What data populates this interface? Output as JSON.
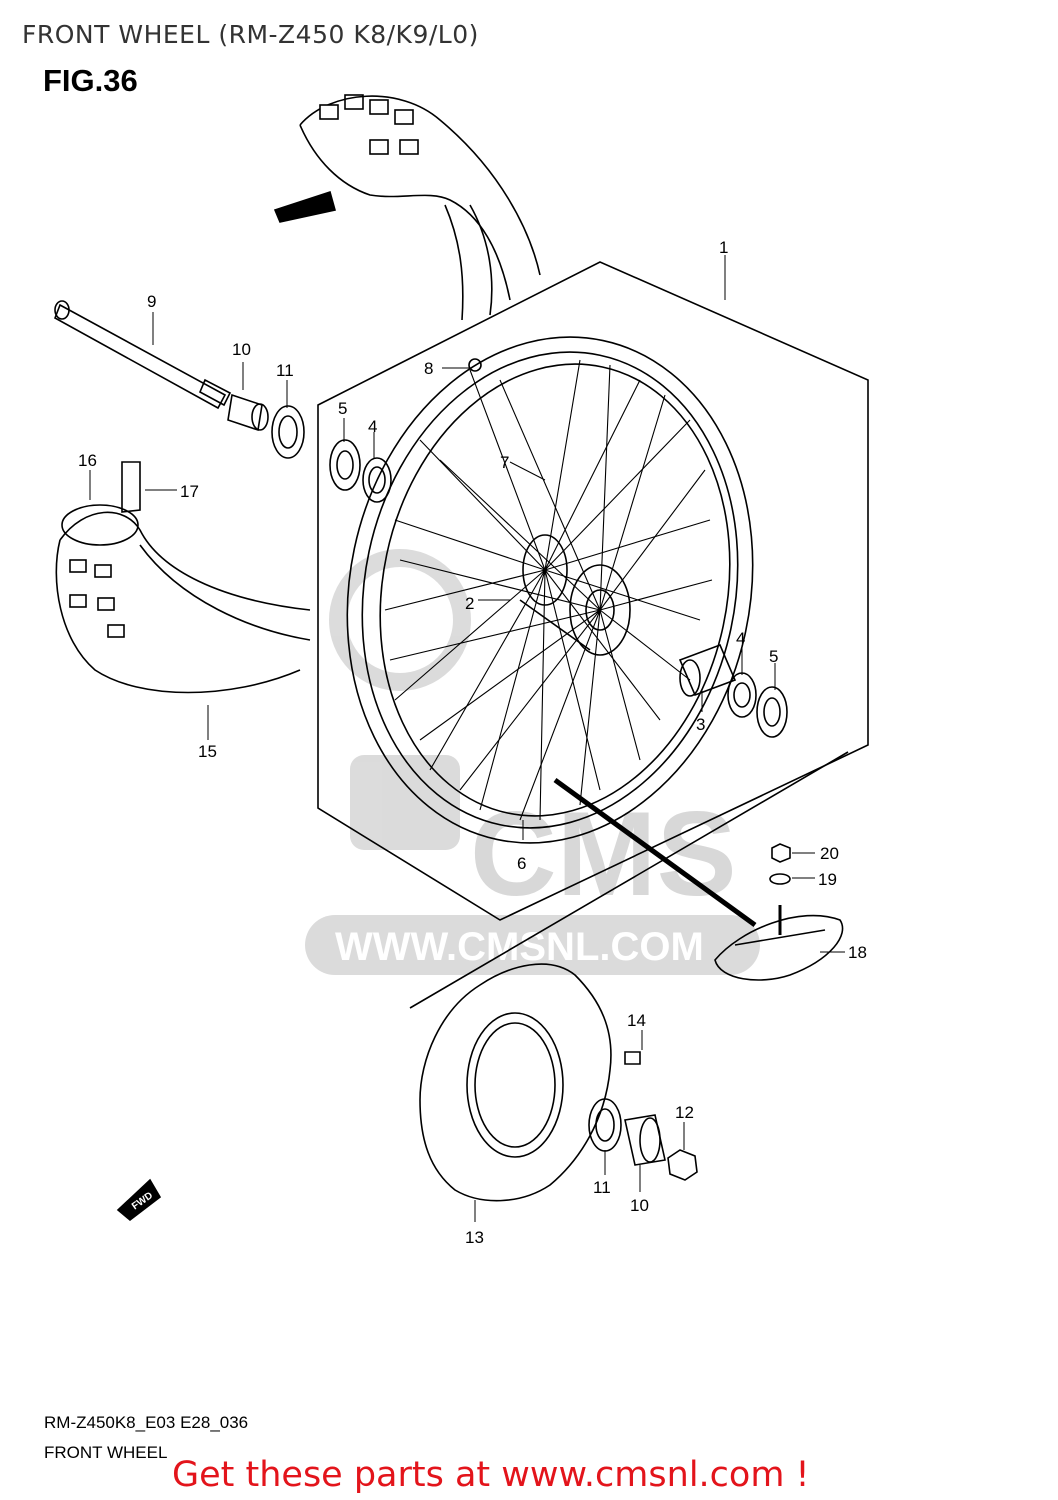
{
  "header": {
    "title": "FRONT WHEEL (RM-Z450 K8/K9/L0)",
    "figure": "FIG.36"
  },
  "diagram": {
    "callouts": [
      {
        "id": "c1",
        "label": "1"
      },
      {
        "id": "c2",
        "label": "2"
      },
      {
        "id": "c3",
        "label": "3"
      },
      {
        "id": "c4a",
        "label": "4"
      },
      {
        "id": "c4b",
        "label": "4"
      },
      {
        "id": "c5a",
        "label": "5"
      },
      {
        "id": "c5b",
        "label": "5"
      },
      {
        "id": "c6",
        "label": "6"
      },
      {
        "id": "c7",
        "label": "7"
      },
      {
        "id": "c8",
        "label": "8"
      },
      {
        "id": "c9",
        "label": "9"
      },
      {
        "id": "c10a",
        "label": "10"
      },
      {
        "id": "c10b",
        "label": "10"
      },
      {
        "id": "c11a",
        "label": "11"
      },
      {
        "id": "c11b",
        "label": "11"
      },
      {
        "id": "c12",
        "label": "12"
      },
      {
        "id": "c13",
        "label": "13"
      },
      {
        "id": "c14",
        "label": "14"
      },
      {
        "id": "c15",
        "label": "15"
      },
      {
        "id": "c16",
        "label": "16"
      },
      {
        "id": "c17",
        "label": "17"
      },
      {
        "id": "c18",
        "label": "18"
      },
      {
        "id": "c19",
        "label": "19"
      },
      {
        "id": "c20",
        "label": "20"
      }
    ],
    "fwd_label": "FWD",
    "watermark": "WWW.CMSNL.COM",
    "watermark_logo": "CMS"
  },
  "footer": {
    "code": "RM-Z450K8_E03 E28_036",
    "name": "FRONT WHEEL",
    "promo": "Get these parts at www.cmsnl.com !"
  }
}
